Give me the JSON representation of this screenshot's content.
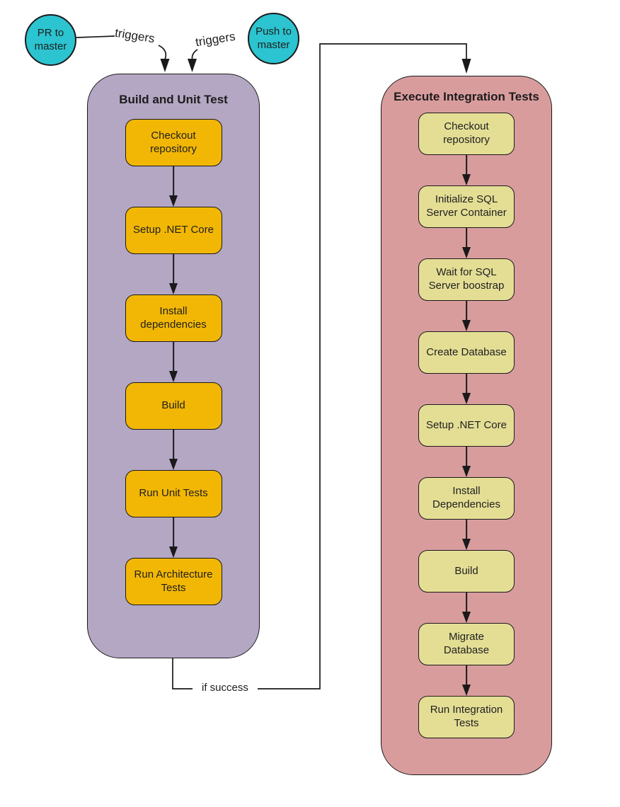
{
  "nodes": {
    "pr": {
      "label": "PR to master"
    },
    "push": {
      "label": "Push to master"
    }
  },
  "edge_labels": {
    "trigger_left": "triggers",
    "trigger_right": "triggers",
    "if_success": "if success"
  },
  "pipelines": [
    {
      "title": "Build and Unit Test",
      "steps": [
        "Checkout repository",
        "Setup .NET Core",
        "Install dependencies",
        "Build",
        "Run Unit Tests",
        "Run Architecture Tests"
      ]
    },
    {
      "title": "Execute Integration Tests",
      "steps": [
        "Checkout repository",
        "Initialize SQL Server Container",
        "Wait for SQL Server boostrap",
        "Create Database",
        "Setup .NET Core",
        "Install Dependencies",
        "Build",
        "Migrate Database",
        "Run Integration Tests"
      ]
    }
  ],
  "colors": {
    "background": "#ffffff",
    "node_fill": "#2bc4d0",
    "container_left": "#b4a7c3",
    "container_right": "#d99c9d",
    "step_left": "#f2b705",
    "step_right": "#e4de95",
    "line": "#1a1a1a",
    "text": "#1f1f1f"
  }
}
